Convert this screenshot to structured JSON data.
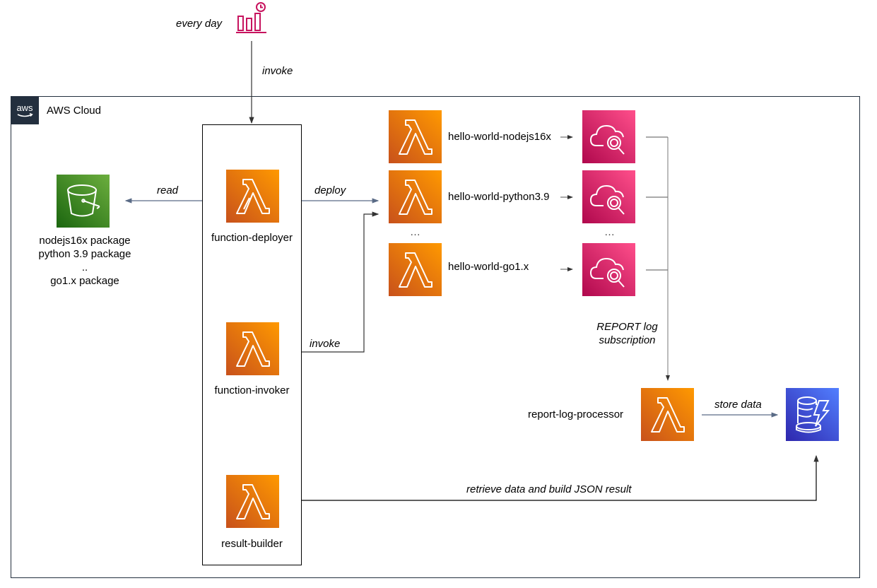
{
  "trigger": {
    "label": "every day",
    "icon": "eventbridge-scheduler-icon",
    "edge_label": "invoke",
    "color": "#c7135e"
  },
  "cloud": {
    "title": "AWS Cloud",
    "badge_text": "aws",
    "border_color": "#232f3e"
  },
  "bucket": {
    "icon": "s3-bucket-icon",
    "color": "#3f8624",
    "lines": [
      "nodejs16x package",
      "python 3.9 package",
      "..",
      "go1.x package"
    ],
    "edge_label": "read"
  },
  "orchestrators": [
    {
      "name": "function-deployer",
      "icon": "lambda-icon"
    },
    {
      "name": "function-invoker",
      "icon": "lambda-icon"
    },
    {
      "name": "result-builder",
      "icon": "lambda-icon"
    }
  ],
  "edges": {
    "deploy": "deploy",
    "invoke": "invoke",
    "report_subscription": "REPORT log subscription",
    "report_subscription_lines": [
      "REPORT log",
      "subscription"
    ],
    "store": "store data",
    "retrieve": "retrieve data and build JSON result"
  },
  "hello_functions": [
    {
      "name": "hello-world-nodejs16x",
      "icon": "lambda-icon",
      "log_icon": "cloudwatch-logs-icon"
    },
    {
      "name": "hello-world-python3.9",
      "icon": "lambda-icon",
      "log_icon": "cloudwatch-logs-icon"
    },
    {
      "name": "hello-world-go1.x",
      "icon": "lambda-icon",
      "log_icon": "cloudwatch-logs-icon"
    }
  ],
  "ellipsis": "…",
  "processor": {
    "name": "report-log-processor",
    "icon": "lambda-icon"
  },
  "database": {
    "icon": "dynamodb-icon",
    "color": "#3b48cc"
  },
  "colors": {
    "lambda": "#ed7100",
    "cloudwatch": "#e7157b",
    "s3": "#3f8624",
    "dynamodb": "#3b48cc",
    "edge": "#5a6b86"
  }
}
